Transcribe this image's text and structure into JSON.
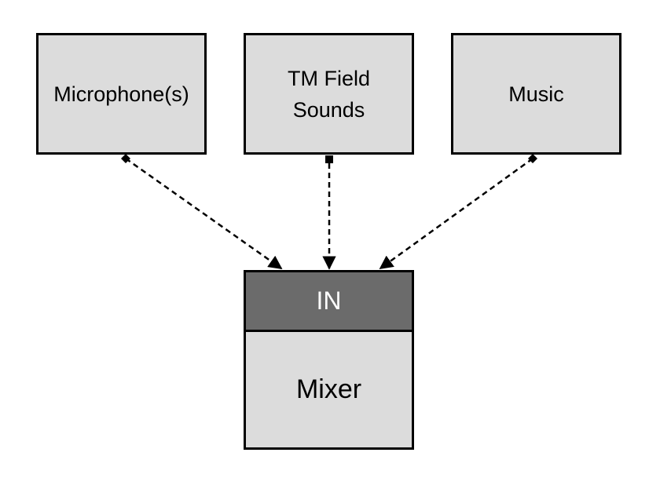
{
  "sources": [
    {
      "id": "mic",
      "lines": [
        "Microphone(s)"
      ]
    },
    {
      "id": "tm",
      "lines": [
        "TM Field",
        "Sounds"
      ]
    },
    {
      "id": "music",
      "lines": [
        "Music"
      ]
    }
  ],
  "mixer": {
    "input_label": "IN",
    "label": "Mixer"
  }
}
